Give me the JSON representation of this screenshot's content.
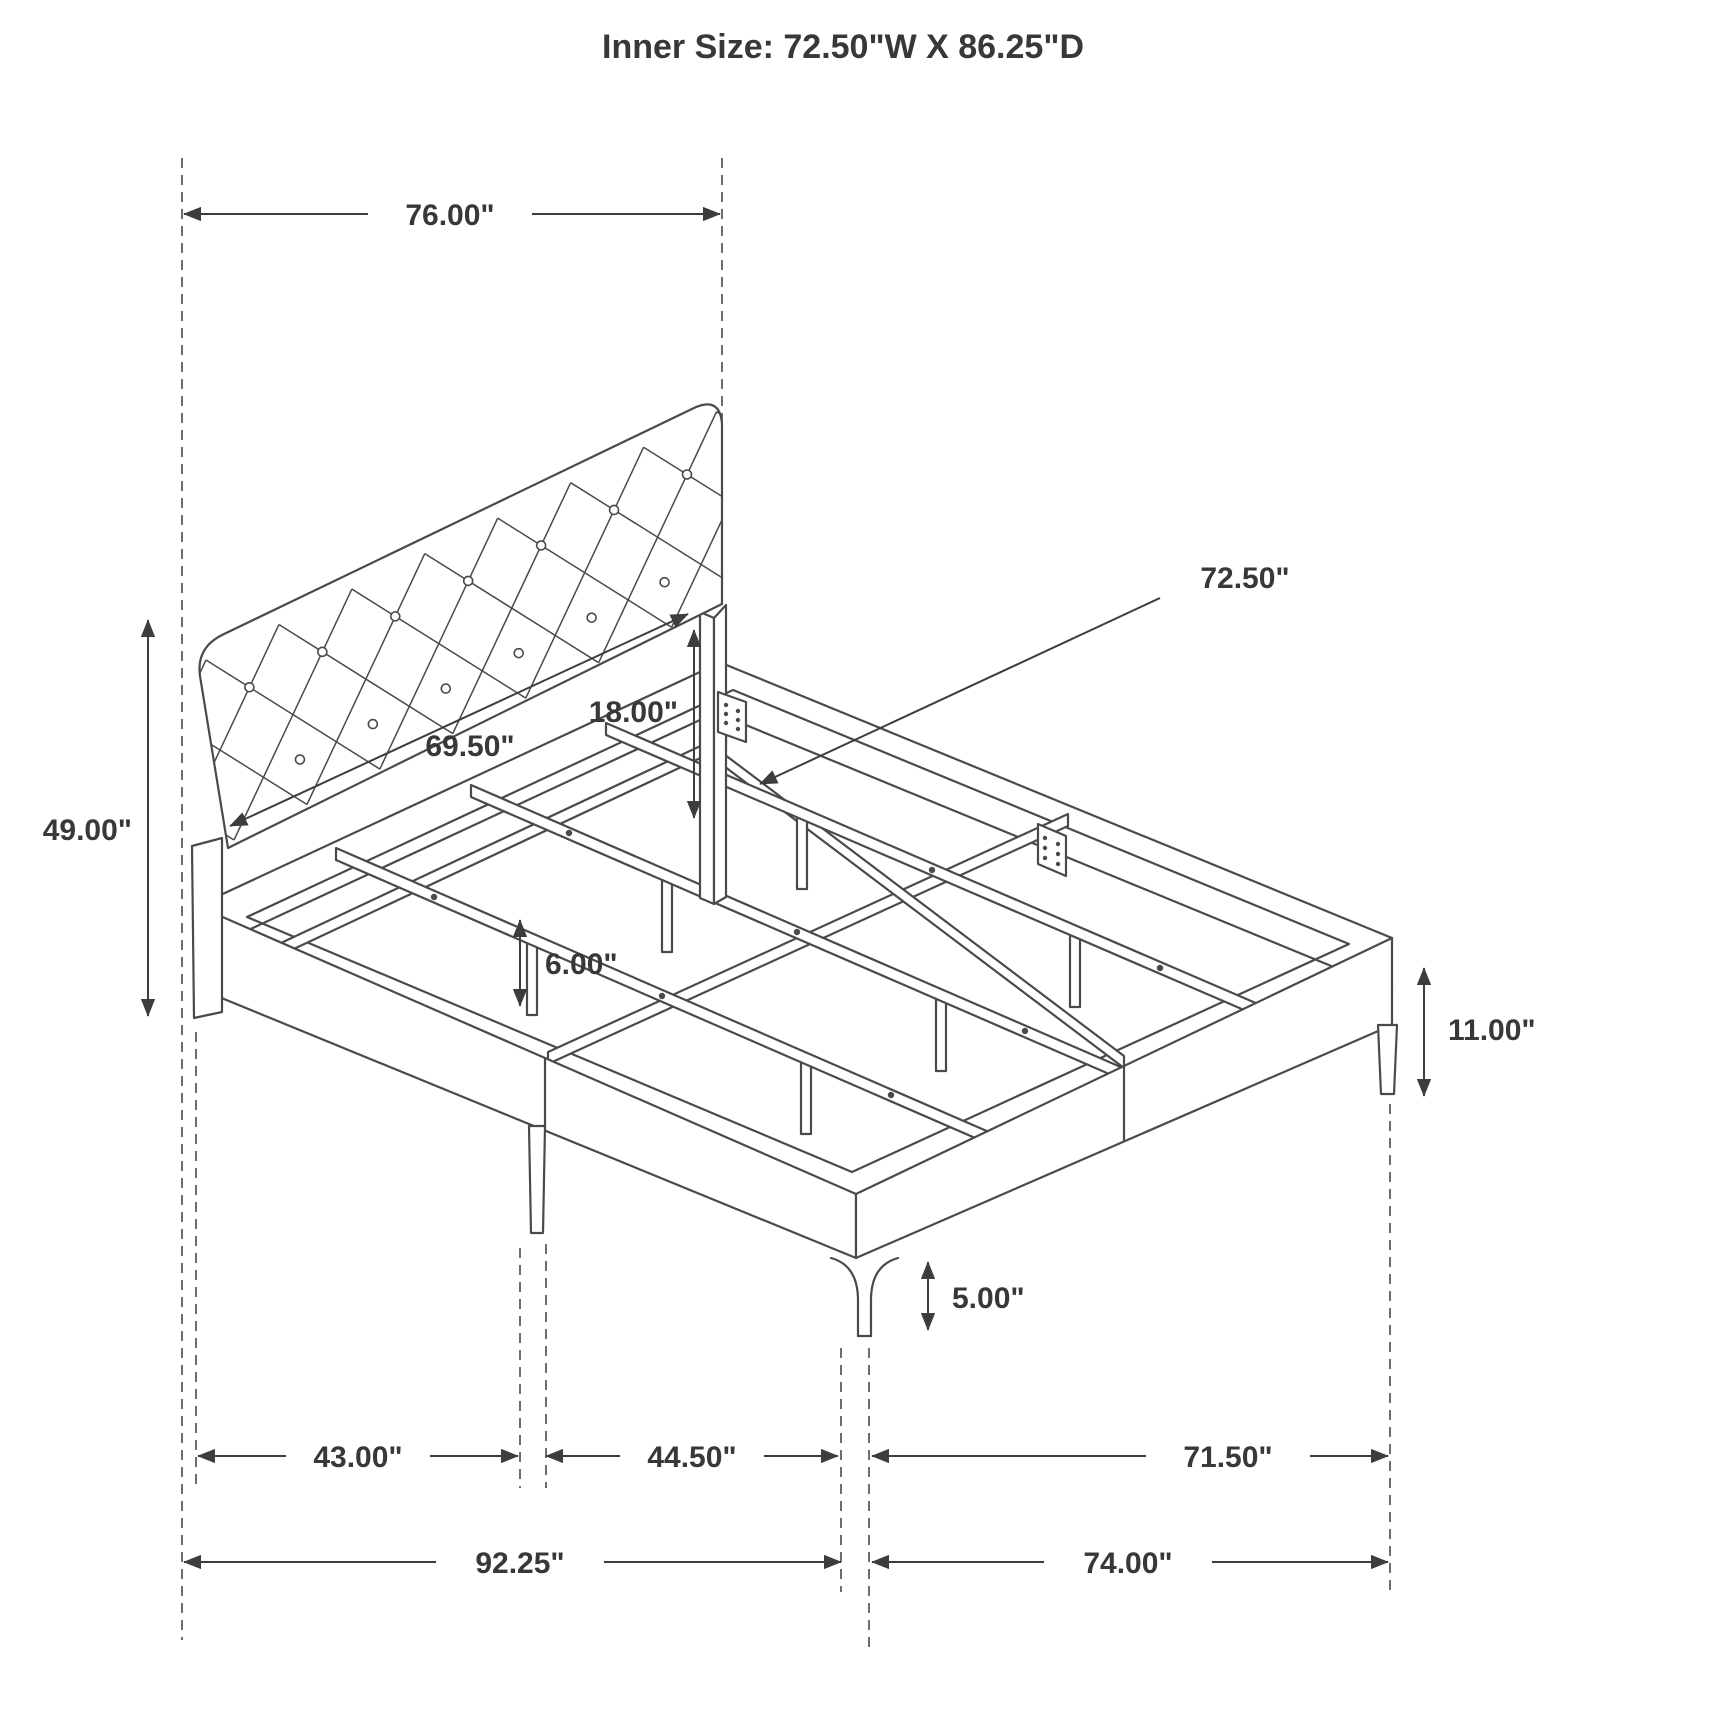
{
  "title": "Inner Size: 72.50\"W X 86.25\"D",
  "dimensions": {
    "overall_width_top": "76.00\"",
    "inner_width": "72.50\"",
    "headboard_width": "69.50\"",
    "headboard_panel_height": "18.00\"",
    "headboard_total_height": "49.00\"",
    "slat_leg_height": "6.00\"",
    "side_rail_height": "11.00\"",
    "foot_leg_height": "5.00\"",
    "span_head_to_center_leg": "43.00\"",
    "span_center_leg_to_foot": "44.50\"",
    "span_foot_width": "71.50\"",
    "overall_depth": "92.25\"",
    "overall_width_bottom": "74.00\""
  }
}
